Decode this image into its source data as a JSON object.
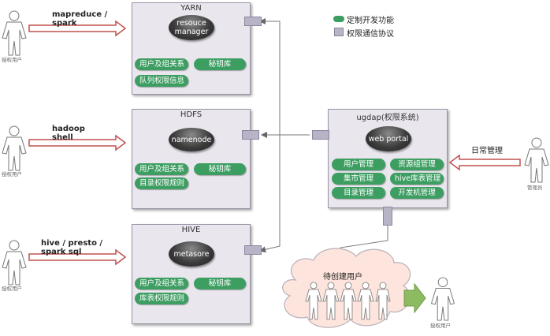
{
  "legend": {
    "custom_feature": "定制开发功能",
    "auth_protocol": "权限通信协议"
  },
  "left_users": [
    {
      "label": "授权用户",
      "client": "mapreduce /\nspark"
    },
    {
      "label": "授权用户",
      "client": "hadoop\nshell"
    },
    {
      "label": "授权用户",
      "client": "hive / presto /\nspark sql"
    }
  ],
  "yarn": {
    "title": "YARN",
    "core": "resouce\nmanager",
    "features": [
      "用户及组关系",
      "秘钥库",
      "队列权限信息"
    ]
  },
  "hdfs": {
    "title": "HDFS",
    "core": "namenode",
    "features": [
      "用户及组关系",
      "秘钥库",
      "目录权限规则"
    ]
  },
  "hive": {
    "title": "HIVE",
    "core": "metasore",
    "features": [
      "用户及组关系",
      "秘钥库",
      "库表权限规则"
    ]
  },
  "ugdap": {
    "title": "ugdap(权限系统)",
    "core": "web portal",
    "features": [
      "用户管理",
      "资源组管理",
      "集市管理",
      "hive库表管理",
      "目录管理",
      "开发机管理"
    ]
  },
  "admin": {
    "label": "管理员",
    "action": "日常管理"
  },
  "cloud": {
    "label": "待创建用户"
  },
  "output_user": {
    "label": "授权用户"
  },
  "colors": {
    "feature_green": "#3d9e62",
    "arrow_red": "#c0504d",
    "box_fill": "#e9e6ee"
  }
}
